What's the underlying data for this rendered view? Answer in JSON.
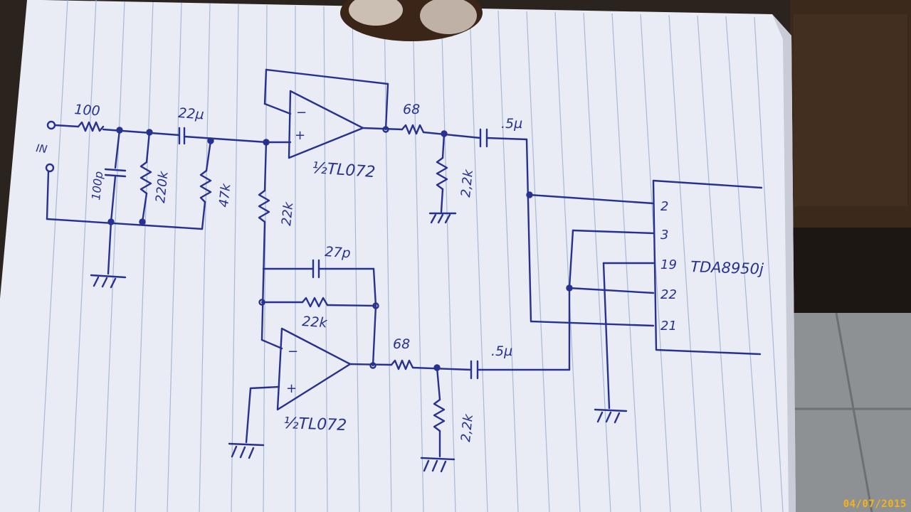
{
  "labels": {
    "r_in": "100",
    "c_in": "22µ",
    "input": "IN",
    "c_100p": "100p",
    "r_220k": "220k",
    "r_47k": "47k",
    "r_out1": "68",
    "c_out1": ".5µ",
    "opamp1": "½TL072",
    "r_load1": "2,2k",
    "r_bias": "22k",
    "c_27p": "27p",
    "r_fb": "22k",
    "r_out2": "68",
    "c_out2": ".5µ",
    "opamp2": "½TL072",
    "r_load2": "2,2k",
    "ic": "TDA8950j",
    "pins": [
      "2",
      "3",
      "19",
      "22",
      "21"
    ],
    "opamp_minus": "−",
    "opamp_plus": "+"
  },
  "date_stamp": "04/07/2015",
  "colors": {
    "ink": "#27318f",
    "paper": "#e9ecf5",
    "rule": "#9eb0cf",
    "stamp": "#f6b21a"
  }
}
